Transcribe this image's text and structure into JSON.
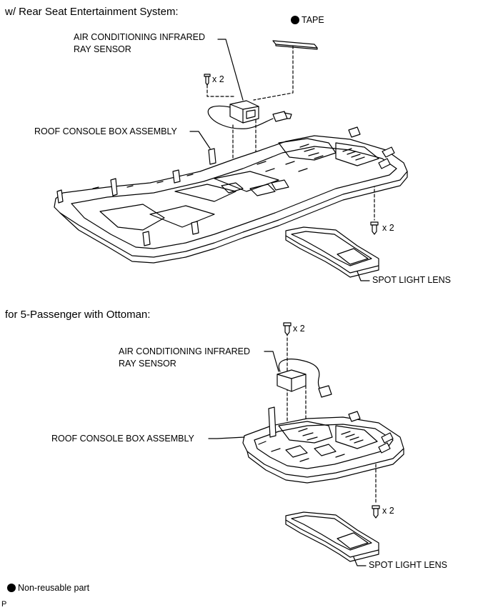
{
  "section1": {
    "title": "w/ Rear Seat Entertainment System:",
    "tape_label": "TAPE",
    "sensor_label_line1": "AIR CONDITIONING INFRARED",
    "sensor_label_line2": "RAY SENSOR",
    "screw_qty_top": "x 2",
    "console_label": "ROOF CONSOLE BOX ASSEMBLY",
    "screw_qty_right": "x 2",
    "lens_label": "SPOT LIGHT LENS"
  },
  "section2": {
    "title": "for 5-Passenger with Ottoman:",
    "screw_qty_top": "x 2",
    "sensor_label_line1": "AIR CONDITIONING INFRARED",
    "sensor_label_line2": "RAY SENSOR",
    "console_label": "ROOF CONSOLE BOX ASSEMBLY",
    "screw_qty_right": "x 2",
    "lens_label": "SPOT LIGHT LENS"
  },
  "legend": {
    "non_reusable": "Non-reusable part",
    "corner_code": "P"
  }
}
